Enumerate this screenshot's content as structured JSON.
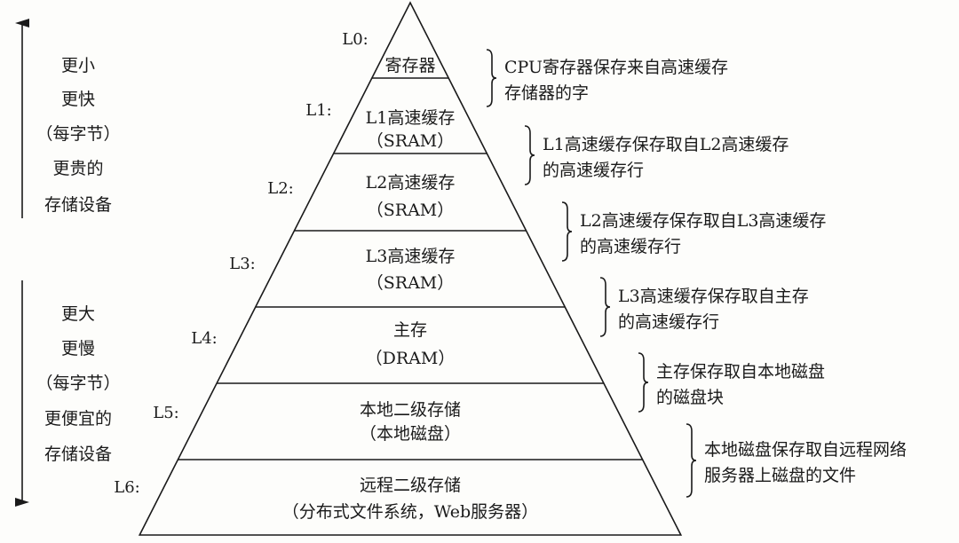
{
  "left": {
    "top_lines": [
      "更小",
      "更快",
      "（每字节）",
      "更贵的",
      "存储设备"
    ],
    "bottom_lines": [
      "更大",
      "更慢",
      "（每字节）",
      "更便宜的",
      "存储设备"
    ]
  },
  "levels": [
    {
      "label": "L0:",
      "lines": [
        "寄存器"
      ]
    },
    {
      "label": "L1:",
      "lines": [
        "L1高速缓存",
        "（SRAM）"
      ]
    },
    {
      "label": "L2:",
      "lines": [
        "L2高速缓存",
        "（SRAM）"
      ]
    },
    {
      "label": "L3:",
      "lines": [
        "L3高速缓存",
        "（SRAM）"
      ]
    },
    {
      "label": "L4:",
      "lines": [
        "主存",
        "（DRAM）"
      ]
    },
    {
      "label": "L5:",
      "lines": [
        "本地二级存储",
        "（本地磁盘）"
      ]
    },
    {
      "label": "L6:",
      "lines": [
        "远程二级存储",
        "（分布式文件系统，Web服务器）"
      ]
    }
  ],
  "notes": [
    [
      "CPU寄存器保存来自高速缓存",
      "存储器的字"
    ],
    [
      "L1高速缓存保存取自L2高速缓存",
      "的高速缓存行"
    ],
    [
      "L2高速缓存保存取自L3高速缓存",
      "的高速缓存行"
    ],
    [
      "L3高速缓存保存取自主存",
      "的高速缓存行"
    ],
    [
      "主存保存取自本地磁盘",
      "的磁盘块"
    ],
    [
      "本地磁盘保存取自远程网络",
      "服务器上磁盘的文件"
    ]
  ]
}
